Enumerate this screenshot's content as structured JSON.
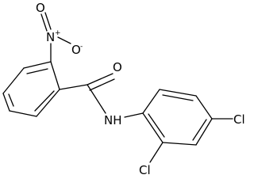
{
  "molecule": {
    "atoms": {
      "o_top": "O",
      "n_nitro": "N",
      "n_charge": "+",
      "o_minus": "O",
      "o_charge": "-",
      "o_carbonyl": "O",
      "nh": "NH",
      "cl_para": "Cl",
      "cl_ortho": "Cl"
    }
  }
}
